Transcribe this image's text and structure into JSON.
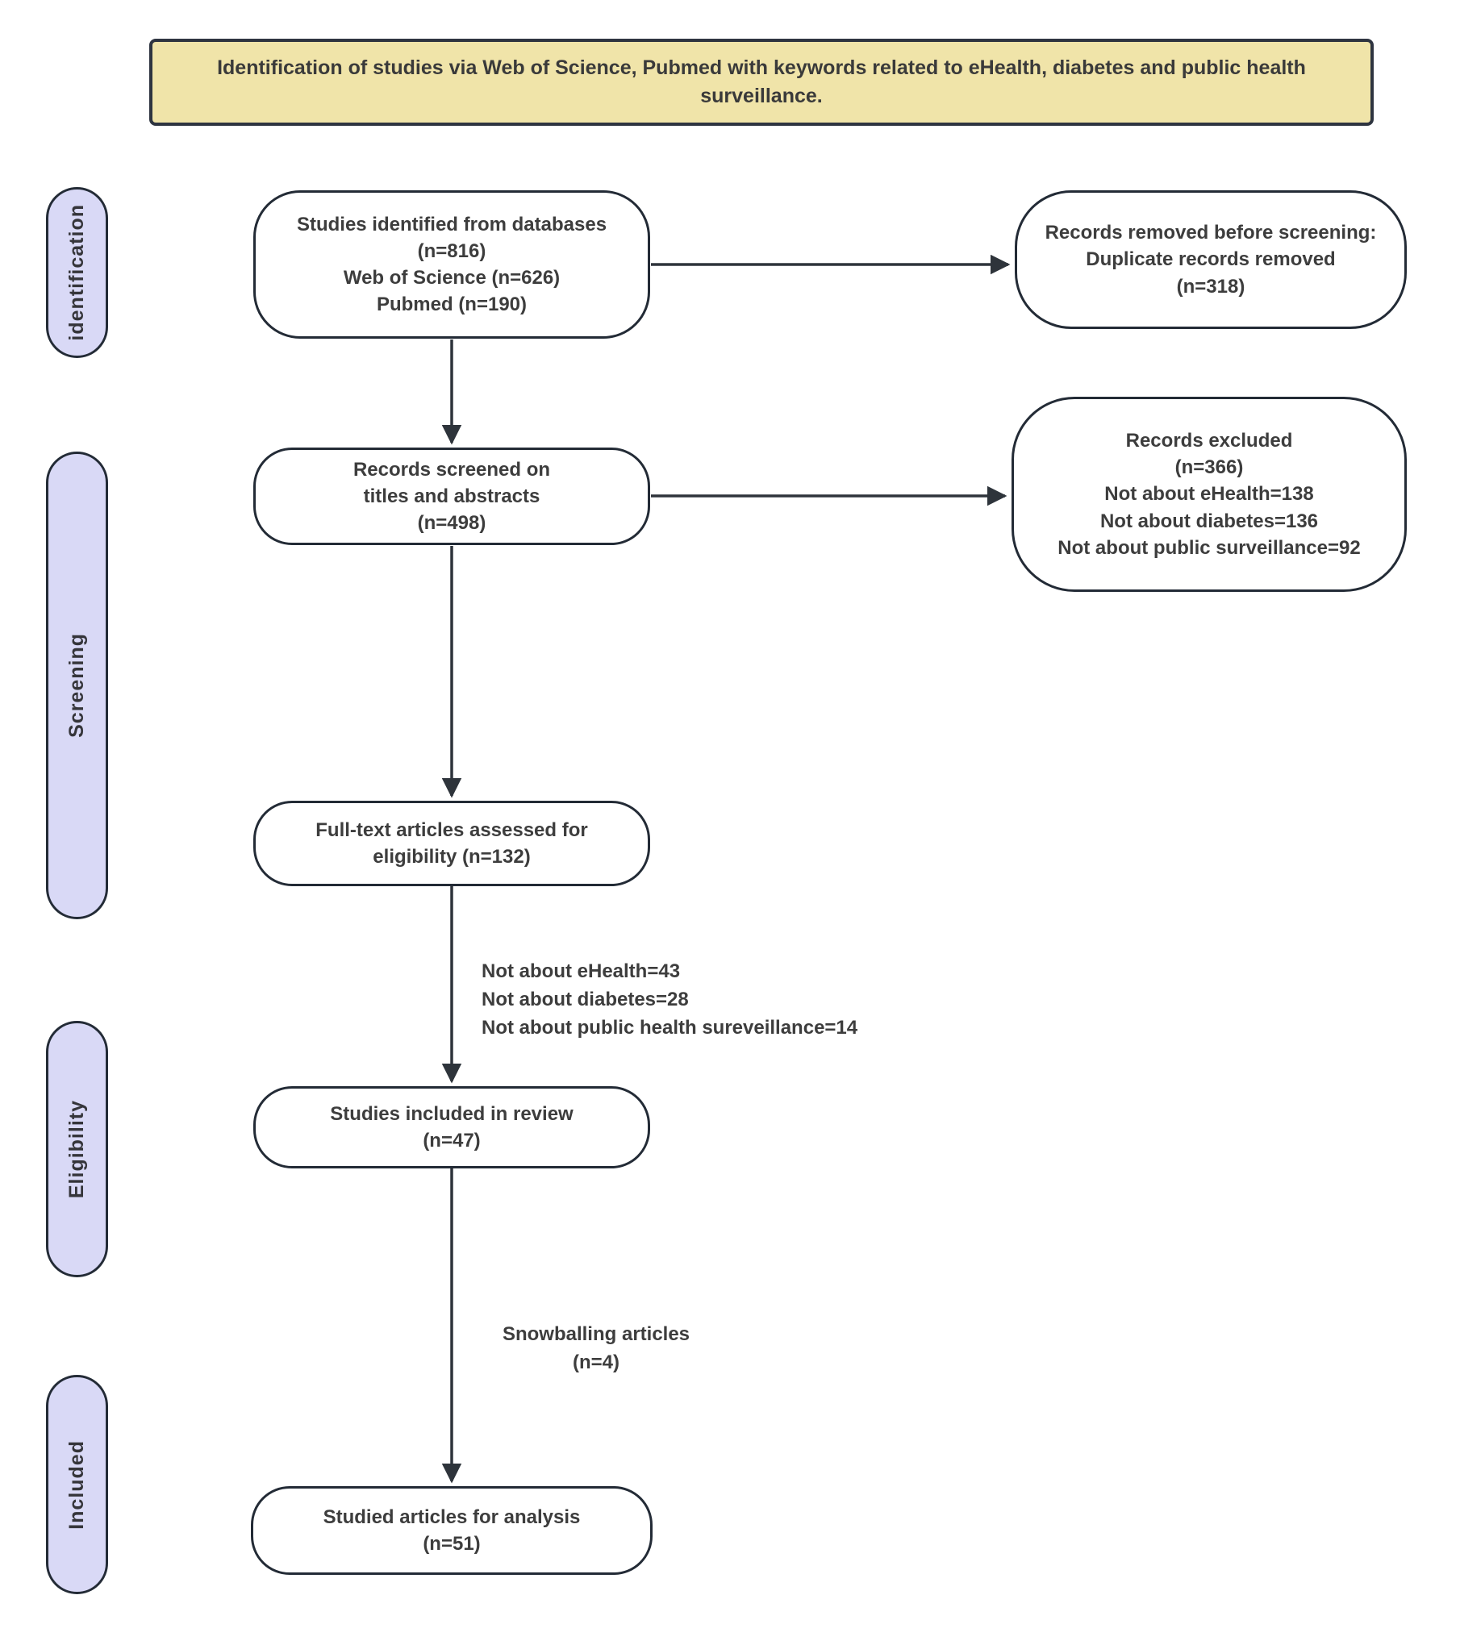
{
  "banner": {
    "text": "Identification of studies via Web of Science, Pubmed with keywords related to eHealth, diabetes and public health surveillance."
  },
  "stages": [
    {
      "label": "identification"
    },
    {
      "label": "Screening"
    },
    {
      "label": "Eligibility"
    },
    {
      "label": "Included"
    }
  ],
  "boxes": {
    "identified": {
      "lines": [
        "Studies identified from databases",
        "(n=816)",
        "Web of Science (n=626)",
        "Pubmed (n=190)"
      ]
    },
    "removed": {
      "lines": [
        "Records removed before screening:",
        "Duplicate records removed",
        "(n=318)"
      ]
    },
    "screened": {
      "lines": [
        "Records screened on",
        "titles and abstracts",
        "(n=498)"
      ]
    },
    "excluded": {
      "lines": [
        "Records excluded",
        "(n=366)",
        "Not about eHealth=138",
        "Not about diabetes=136",
        "Not about public surveillance=92"
      ]
    },
    "fulltext": {
      "lines": [
        "Full-text articles assessed for",
        "eligibility (n=132)"
      ]
    },
    "included_review": {
      "lines": [
        "Studies included in review",
        "(n=47)"
      ]
    },
    "analysis": {
      "lines": [
        "Studied articles for analysis",
        "(n=51)"
      ]
    }
  },
  "annotations": {
    "fulltext_exclusions": {
      "lines": [
        "Not about eHealth=43",
        "Not about diabetes=28",
        "Not about public health sureveillance=14"
      ]
    },
    "snowballing": {
      "lines": [
        "Snowballing articles",
        "(n=4)"
      ]
    }
  },
  "colors": {
    "banner_fill": "#F0E4A9",
    "banner_border": "#2E3440",
    "node_border": "#232B36",
    "node_fill": "#FFFFFF",
    "pill_fill": "#D9D9F6",
    "pill_border": "#232B36",
    "text_color": "#3D3D3D",
    "line_color": "#2E343B",
    "page_bg": "#FFFFFF"
  }
}
